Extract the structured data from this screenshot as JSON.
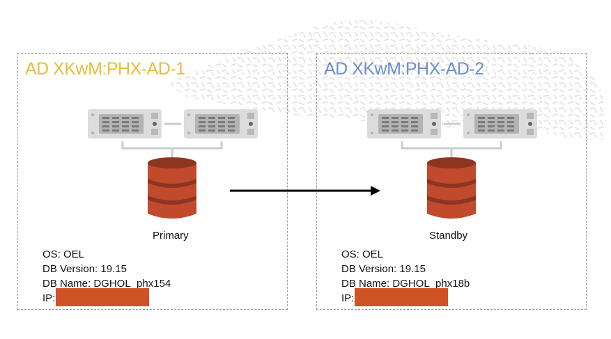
{
  "colors": {
    "ad1_title": "#e8bd3c",
    "ad2_title": "#6f8fcc",
    "database": "#c14a2c",
    "database_band": "#8e3522",
    "redaction": "#d05327",
    "server": "#dcdcdc"
  },
  "availability_domains": [
    {
      "title": "AD XKwM:PHX-AD-1",
      "role": "Primary",
      "os": "OS: OEL",
      "db_version": "DB Version: 19.15",
      "db_name": "DB Name: DGHOL_phx154",
      "ip_label": "IP:"
    },
    {
      "title": "AD XKwM:PHX-AD-2",
      "role": "Standby",
      "os": "OS: OEL",
      "db_version": "DB Version: 19.15",
      "db_name": "DB Name: DGHOL_phx18b",
      "ip_label": "IP:"
    }
  ],
  "icons": {
    "server": "server-rack-icon",
    "database": "database-cylinder-icon",
    "arrow": "arrow-right-icon"
  }
}
